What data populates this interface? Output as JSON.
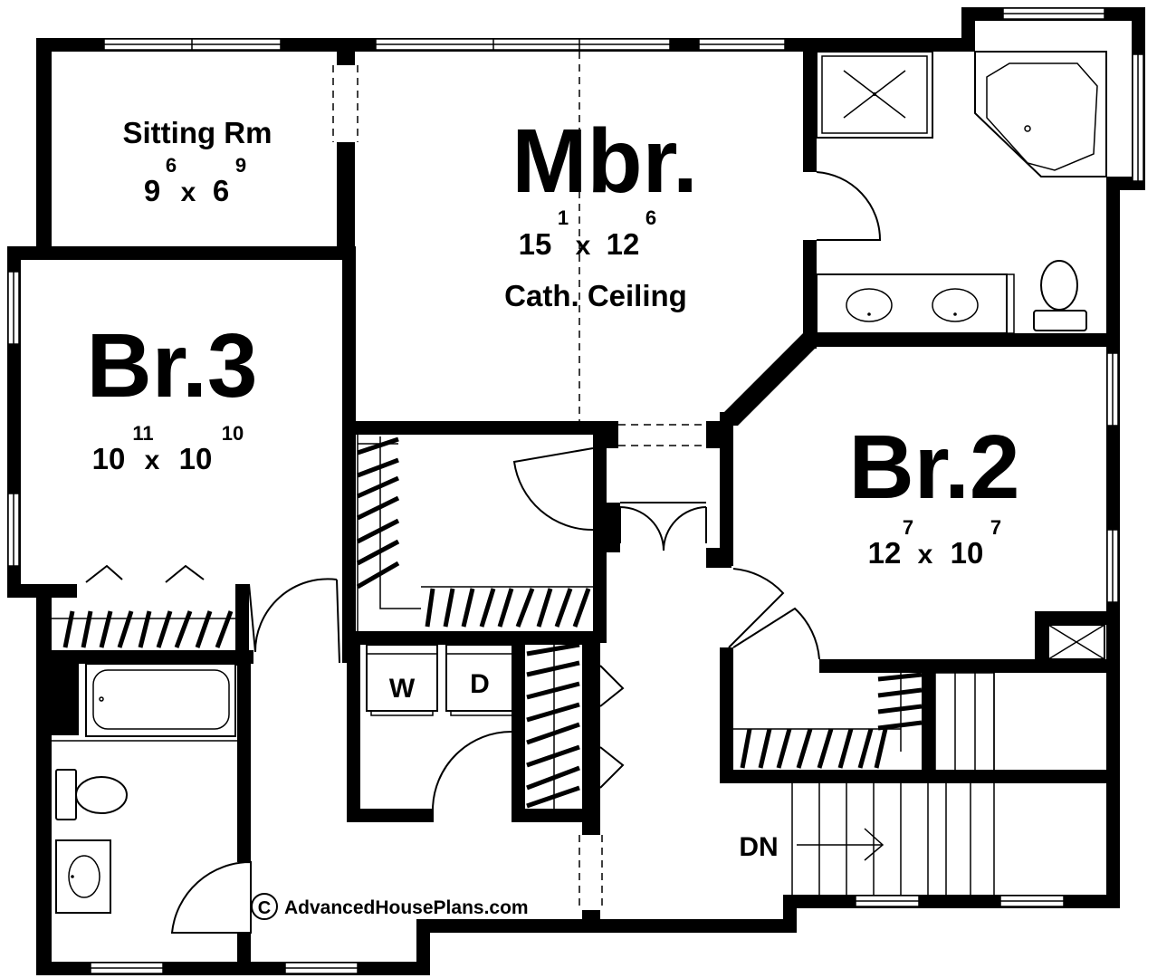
{
  "rooms": {
    "sitting": {
      "name": "Sitting Rm",
      "w": "9",
      "w_in": "6",
      "x": "x",
      "d": "6",
      "d_in": "9"
    },
    "mbr": {
      "name": "Mbr.",
      "w": "15",
      "w_in": "1",
      "x": "x",
      "d": "12",
      "d_in": "6",
      "note": "Cath. Ceiling"
    },
    "br3": {
      "name": "Br.3",
      "w": "10",
      "w_in": "11",
      "x": "x",
      "d": "10",
      "d_in": "10"
    },
    "br2": {
      "name": "Br.2",
      "w": "12",
      "w_in": "7",
      "x": "x",
      "d": "10",
      "d_in": "7"
    }
  },
  "appliances": {
    "washer": "W",
    "dryer": "D"
  },
  "stairs": {
    "label": "DN"
  },
  "copyright": {
    "symbol": "C",
    "text": "AdvancedHousePlans.com"
  }
}
